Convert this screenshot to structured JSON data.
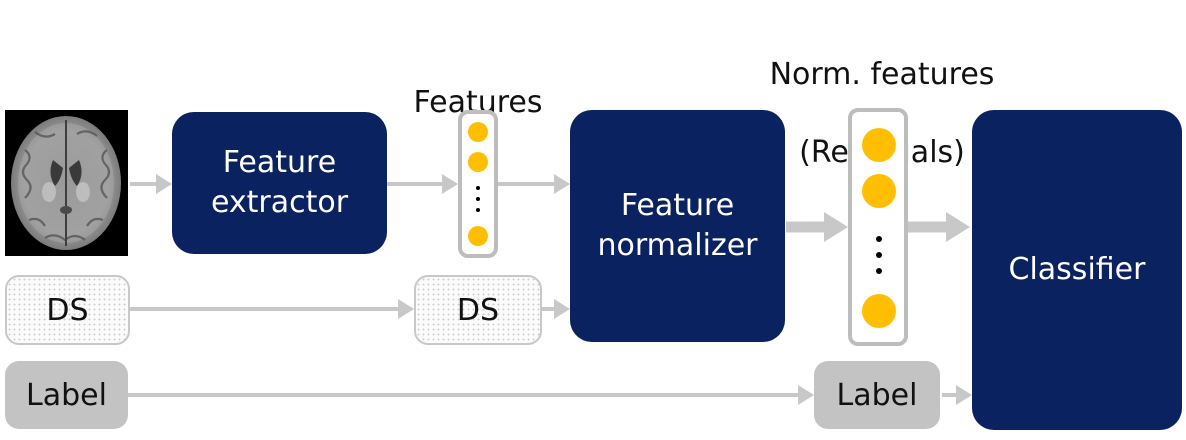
{
  "captions": {
    "features": "Features",
    "norm_features_line1": "Norm. features",
    "norm_features_line2": "(Residuals)"
  },
  "boxes": {
    "feature_extractor": "Feature\nextractor",
    "feature_normalizer": "Feature\nnormalizer",
    "classifier": "Classifier",
    "ds_input": "DS",
    "ds_mid": "DS",
    "label_input": "Label",
    "label_mid": "Label"
  },
  "colors": {
    "block": "#0b2260",
    "feature_dot": "#ffbf00",
    "arrow": "#c8c8c8",
    "label_box": "#c3c3c3"
  },
  "icons": {
    "input_image": "brain-mri-slice"
  }
}
